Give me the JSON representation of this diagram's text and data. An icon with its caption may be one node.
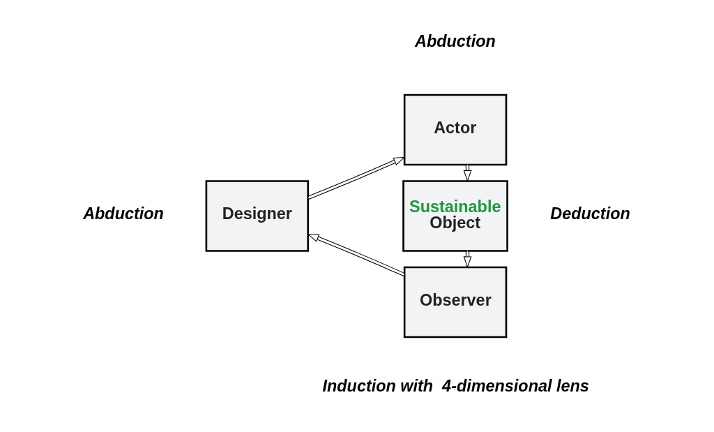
{
  "diagram": {
    "nodes": [
      {
        "text": [
          "Actor"
        ],
        "beside": [
          "Abduction"
        ]
      },
      {
        "text": [
          "Sustainable",
          "Object"
        ],
        "beside": [
          "Deduction"
        ]
      },
      {
        "text": [
          "Observer"
        ],
        "beside": [
          "Induction with  4-dimensional lens"
        ]
      },
      {
        "text": [
          "Designer"
        ],
        "beside": [
          "Abduction"
        ]
      }
    ],
    "edges": [
      {
        "from": 3,
        "to": 0,
        "arrow": "to"
      },
      {
        "from": 0,
        "to": 1,
        "arrow": "to"
      },
      {
        "from": 1,
        "to": 2,
        "arrow": "to"
      },
      {
        "from": 2,
        "to": 3,
        "arrow": "to"
      }
    ]
  }
}
